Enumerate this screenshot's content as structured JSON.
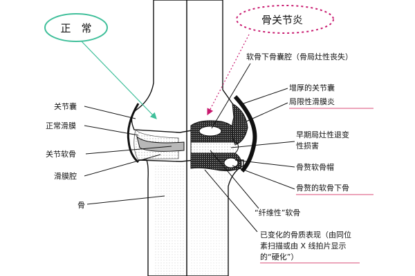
{
  "bubble_normal": {
    "text": "正　常",
    "color": "#3fbf9a"
  },
  "bubble_oa": {
    "text": "骨关节炎",
    "color": "#c8186e"
  },
  "left_labels": {
    "capsule": "关节囊",
    "synovium": "正常滑膜",
    "cartilage": "关节软骨",
    "cavity": "滑膜腔",
    "bone": "骨"
  },
  "right_labels": {
    "cyst": "软骨下骨囊腔（骨局灶性丧失）",
    "thick_capsule": "增厚的关节囊",
    "synovitis": "局限性滑膜炎",
    "early_loss_1": "早期局灶性退变",
    "early_loss_2": "性损害",
    "osteophyte_cap": "骨赘软骨帽",
    "osteophyte_bone": "骨赘的软骨下骨",
    "fibrous": "“纤维性”软骨",
    "sclerosis_1": "已变化的骨质表现（由同位",
    "sclerosis_2": "素扫描或由 X 线拍片显示",
    "sclerosis_3": "的“硬化”）"
  },
  "colors": {
    "pink_underline": "#d84a74",
    "cartilage_gray": "#b8b8b8",
    "ink": "#111111"
  }
}
